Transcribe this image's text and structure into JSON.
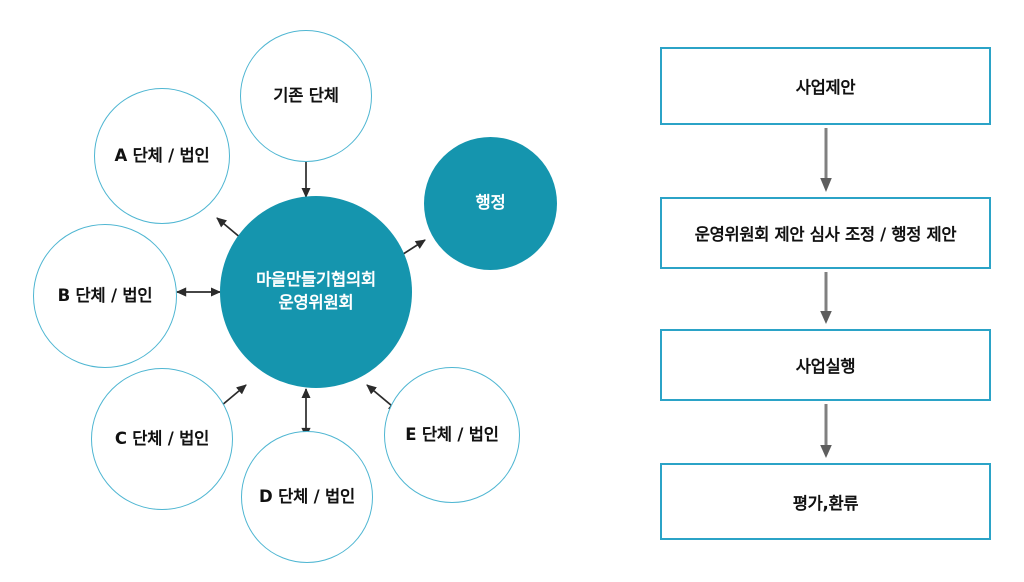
{
  "colors": {
    "teal_fill": "#1595AE",
    "circle_outline": "#4FB6D2",
    "box_border": "#2BA3C7",
    "arrow": "#2b2b2b",
    "flow_arrow": "#808080",
    "text_dark": "#111111",
    "text_light": "#ffffff",
    "background": "#ffffff"
  },
  "hub_diagram": {
    "center": {
      "label": "마을만들기협의회\n운영위원회",
      "line1": "마을만들기협의회",
      "line2": "운영위원회",
      "style": "filled"
    },
    "nodes": [
      {
        "id": "existing-org",
        "label": "기존 단체",
        "style": "outline"
      },
      {
        "id": "org-a",
        "label": "A 단체 / 법인",
        "style": "outline"
      },
      {
        "id": "org-b",
        "label": "B 단체 / 법인",
        "style": "outline"
      },
      {
        "id": "org-c",
        "label": "C 단체 / 법인",
        "style": "outline"
      },
      {
        "id": "org-d",
        "label": "D 단체 / 법인",
        "style": "outline"
      },
      {
        "id": "org-e",
        "label": "E 단체 / 법인",
        "style": "outline"
      },
      {
        "id": "administration",
        "label": "행정",
        "style": "filled"
      }
    ],
    "connections": [
      {
        "from": "existing-org",
        "to": "center",
        "type": "double-headed"
      },
      {
        "from": "org-a",
        "to": "center",
        "type": "double-headed"
      },
      {
        "from": "org-b",
        "to": "center",
        "type": "double-headed"
      },
      {
        "from": "org-c",
        "to": "center",
        "type": "double-headed"
      },
      {
        "from": "org-d",
        "to": "center",
        "type": "double-headed"
      },
      {
        "from": "org-e",
        "to": "center",
        "type": "double-headed"
      },
      {
        "from": "administration",
        "to": "center",
        "type": "double-headed"
      }
    ]
  },
  "flow_chart": {
    "steps": [
      {
        "id": "step-proposal",
        "label": "사업제안"
      },
      {
        "id": "step-review",
        "label": "운영위원회 제안 심사 조정 / 행정 제안"
      },
      {
        "id": "step-execution",
        "label": "사업실행"
      },
      {
        "id": "step-evaluation",
        "label": "평가,환류"
      }
    ],
    "arrows": [
      {
        "id": "flow-arrow-0",
        "direction": "down"
      },
      {
        "id": "flow-arrow-1",
        "direction": "down"
      },
      {
        "id": "flow-arrow-2",
        "direction": "down"
      }
    ]
  }
}
